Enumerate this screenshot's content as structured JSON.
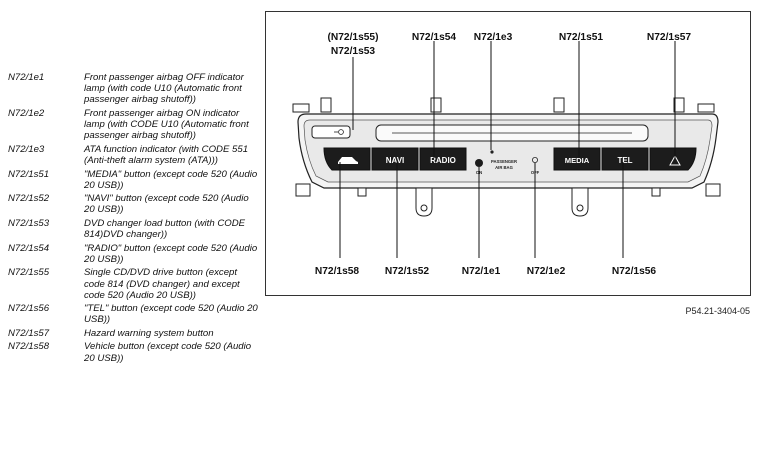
{
  "legend": [
    {
      "code": "N72/1e1",
      "desc": "Front passenger airbag OFF indicator lamp (with code U10 (Automatic front passenger airbag shutoff))"
    },
    {
      "code": "N72/1e2",
      "desc": "Front passenger airbag ON indicator lamp (with CODE U10 (Automatic front passenger airbag shutoff))"
    },
    {
      "code": "N72/1e3",
      "desc": "ATA function indicator (with CODE 551 (Anti-theft alarm system (ATA)))"
    },
    {
      "code": "N72/1s51",
      "desc": "\"MEDIA\" button (except code 520 (Audio 20 USB))"
    },
    {
      "code": "N72/1s52",
      "desc": "\"NAVI\" button (except code 520 (Audio 20 USB))"
    },
    {
      "code": "N72/1s53",
      "desc": "DVD changer load button (with CODE 814)DVD changer))"
    },
    {
      "code": "N72/1s54",
      "desc": "\"RADIO\" button (except code 520 (Audio 20 USB))"
    },
    {
      "code": "N72/1s55",
      "desc": "Single CD/DVD drive button (except code 814 (DVD changer) and except code 520 (Audio 20 USB))"
    },
    {
      "code": "N72/1s56",
      "desc": "\"TEL\" button (except code 520 (Audio 20 USB))"
    },
    {
      "code": "N72/1s57",
      "desc": "Hazard warning system button"
    },
    {
      "code": "N72/1s58",
      "desc": "Vehicle button (except code 520 (Audio 20 USB))"
    }
  ],
  "diagram": {
    "labels": {
      "s55": "(N72/1s55)",
      "s53": "N72/1s53",
      "s54": "N72/1s54",
      "e3": "N72/1e3",
      "s51": "N72/1s51",
      "s57": "N72/1s57",
      "s58": "N72/1s58",
      "s52": "N72/1s52",
      "e1": "N72/1e1",
      "e2": "N72/1e2",
      "s56": "N72/1s56"
    },
    "buttons": {
      "navi": "NAVI",
      "radio": "RADIO",
      "media": "MEDIA",
      "tel": "TEL"
    },
    "panel_text": {
      "passenger": "PASSENGER",
      "airbag": "AIR BAG",
      "on": "ON",
      "off": "OFF"
    }
  },
  "figure_ref": "P54.21-3404-05"
}
